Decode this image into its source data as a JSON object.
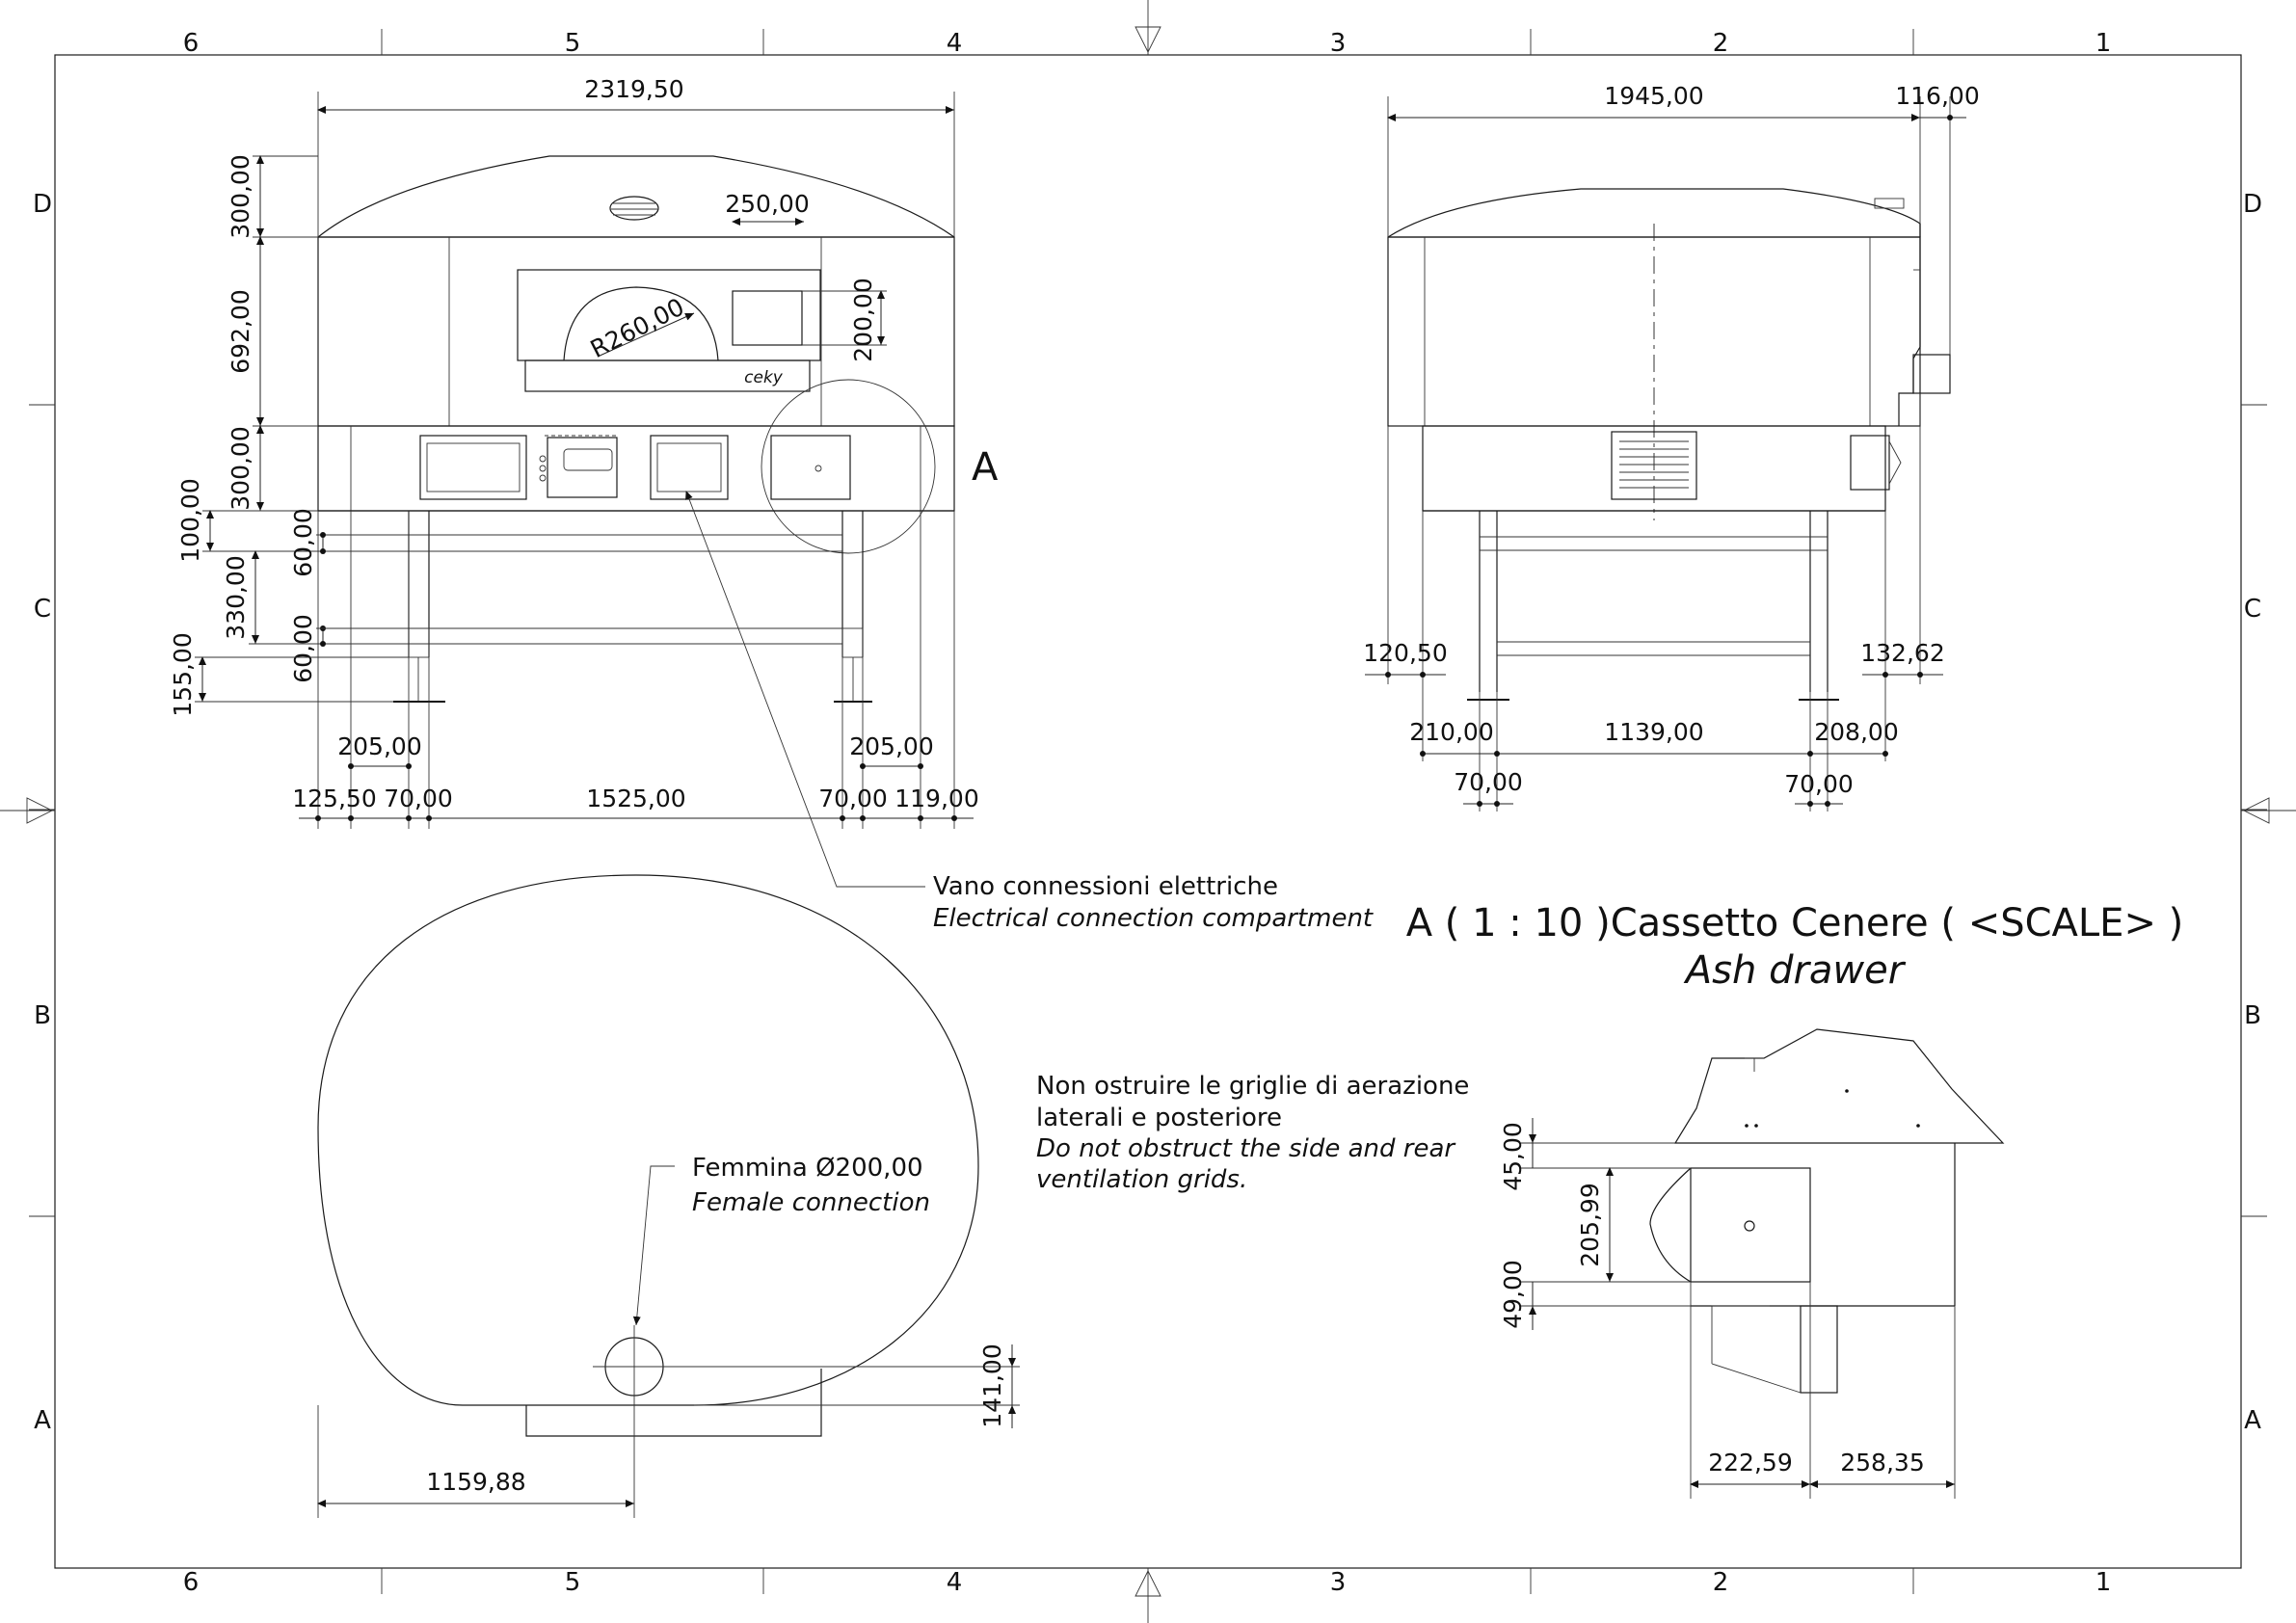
{
  "frame": {
    "columns": [
      "6",
      "5",
      "4",
      "3",
      "2",
      "1"
    ],
    "rows": [
      "D",
      "C",
      "B",
      "A"
    ]
  },
  "front_view": {
    "dims": {
      "overall_width": "2319,50",
      "dome_height": "300,00",
      "body_height": "692,00",
      "base_height": "300,00",
      "dim_100": "100,00",
      "dim_60_top": "60,00",
      "dim_330": "330,00",
      "dim_60_bottom": "60,00",
      "dim_155": "155,00",
      "vent_width": "250,00",
      "vent_height": "200,00",
      "mouth_radius": "R260,00",
      "leg_left_offset": "205,00",
      "leg_right_offset": "205,00",
      "left_margin": "125,50",
      "leg_left_width": "70,00",
      "leg_span": "1525,00",
      "leg_right_width": "70,00",
      "right_margin": "119,00"
    },
    "logo_text": "ceky",
    "detail_marker": "A"
  },
  "side_view": {
    "dims": {
      "depth": "1945,00",
      "rear_projection": "116,00",
      "left_offset": "120,50",
      "right_offset": "132,62",
      "leg_left_offset": "210,00",
      "leg_span": "1139,00",
      "leg_right_offset": "208,00",
      "leg_left_width": "70,00",
      "leg_right_width": "70,00"
    }
  },
  "plan_view": {
    "dims": {
      "flue_offset": "1159,88",
      "flue_height": "141,00"
    },
    "flue_label_it": "Femmina Ø200,00",
    "flue_label_en": "Female connection"
  },
  "callouts": {
    "electrical_it": "Vano connessioni elettriche",
    "electrical_en": "Electrical connection compartment",
    "vent_it_line1": "Non ostruire le griglie di aerazione",
    "vent_it_line2": "laterali e posteriore",
    "vent_en_line1": "Do not obstruct the side and rear",
    "vent_en_line2": "ventilation grids."
  },
  "detail": {
    "title": "A ( 1 : 10 )Cassetto Cenere ( <SCALE> )",
    "subtitle": "Ash drawer",
    "dims": {
      "top_gap": "45,00",
      "drawer_height": "205,99",
      "bottom_gap": "49,00",
      "drawer_depth": "222,59",
      "housing_depth": "258,35"
    }
  }
}
